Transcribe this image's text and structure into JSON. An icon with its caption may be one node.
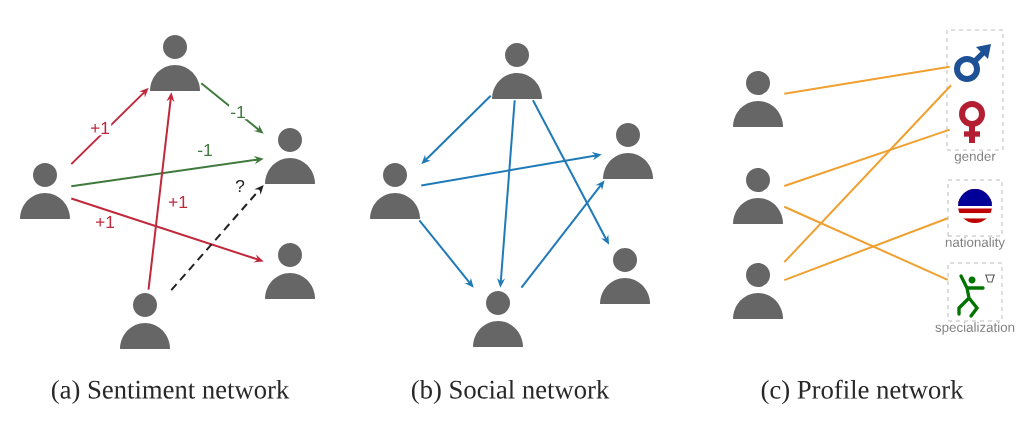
{
  "diagram": {
    "nodes": [
      {
        "text": [],
        "shape": "person"
      },
      {
        "text": [],
        "shape": "person"
      },
      {
        "text": [],
        "shape": "person"
      },
      {
        "text": [],
        "shape": "person"
      },
      {
        "text": [],
        "shape": "person"
      },
      {
        "text": [],
        "shape": "person"
      },
      {
        "text": [],
        "shape": "person"
      },
      {
        "text": [],
        "shape": "person"
      },
      {
        "text": [],
        "shape": "person"
      },
      {
        "text": [],
        "shape": "person"
      },
      {
        "text": [],
        "shape": "person"
      },
      {
        "text": [],
        "shape": "person"
      },
      {
        "text": [],
        "shape": "person"
      },
      {
        "text": [
          "gender"
        ]
      },
      {
        "text": [],
        "shape": "symbol",
        "in": 13
      },
      {
        "text": [],
        "shape": "symbol",
        "in": 13
      },
      {
        "text": [
          "nationality"
        ]
      },
      {
        "text": [
          "specialization"
        ]
      }
    ],
    "edges": [
      {
        "from": 0,
        "to": 1,
        "arrow": "to",
        "label": "+1",
        "color": "#c0283c"
      },
      {
        "from": 0,
        "to": 2,
        "arrow": "to",
        "label": "-1",
        "color": "#3f7a3c"
      },
      {
        "from": 0,
        "to": 3,
        "arrow": "to",
        "label": "+1",
        "color": "#c0283c"
      },
      {
        "from": 1,
        "to": 2,
        "arrow": "to",
        "label": "-1",
        "color": "#3f7a3c"
      },
      {
        "from": 4,
        "to": 1,
        "arrow": "to",
        "label": "+1",
        "color": "#c0283c"
      },
      {
        "from": 4,
        "to": 2,
        "arrow": "to",
        "label": "?",
        "style": "dashed",
        "color": "#222222"
      },
      {
        "from": 5,
        "to": 6,
        "arrow": "to"
      },
      {
        "from": 5,
        "to": 8,
        "arrow": "to"
      },
      {
        "from": 5,
        "to": 9,
        "arrow": "to"
      },
      {
        "from": 6,
        "to": 7,
        "arrow": "to"
      },
      {
        "from": 6,
        "to": 8,
        "arrow": "to"
      },
      {
        "from": 8,
        "to": 7,
        "arrow": "to"
      },
      {
        "from": 10,
        "to": 14,
        "arrow": "none",
        "color": "#f0a030"
      },
      {
        "from": 11,
        "to": 15,
        "arrow": "none",
        "color": "#f0a030"
      },
      {
        "from": 11,
        "to": 17,
        "arrow": "none",
        "color": "#f0a030"
      },
      {
        "from": 12,
        "to": 14,
        "arrow": "none",
        "color": "#f0a030"
      },
      {
        "from": 12,
        "to": 16,
        "arrow": "none",
        "color": "#f0a030"
      }
    ],
    "labels": [
      "(a) Sentiment network",
      "(b) Social network",
      "(c) Profile network"
    ]
  }
}
